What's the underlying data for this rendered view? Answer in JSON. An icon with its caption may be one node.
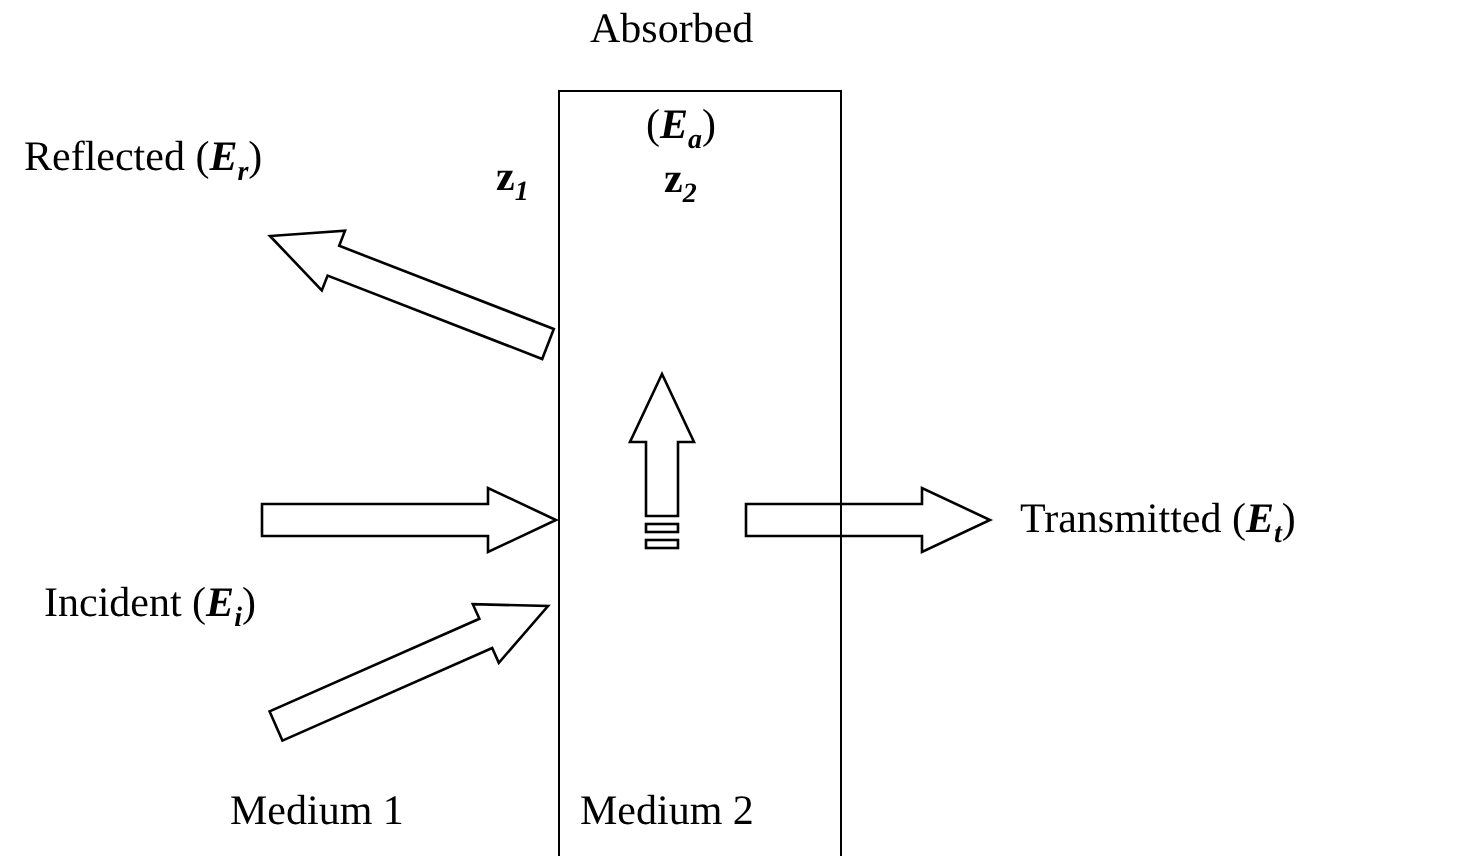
{
  "diagram": {
    "nodes": [
      {
        "text": [
          "Absorbed",
          "(**E**$_{a}$)",
          "z$_{2}$",
          "Medium 2"
        ]
      }
    ],
    "labels": [
      "Reflected (**E**$_{r}$)",
      "z$_{1}$",
      "Transmitted (**E**$_{t}$)",
      "Incident (**E**$_{i}$)",
      "Medium 1"
    ]
  }
}
